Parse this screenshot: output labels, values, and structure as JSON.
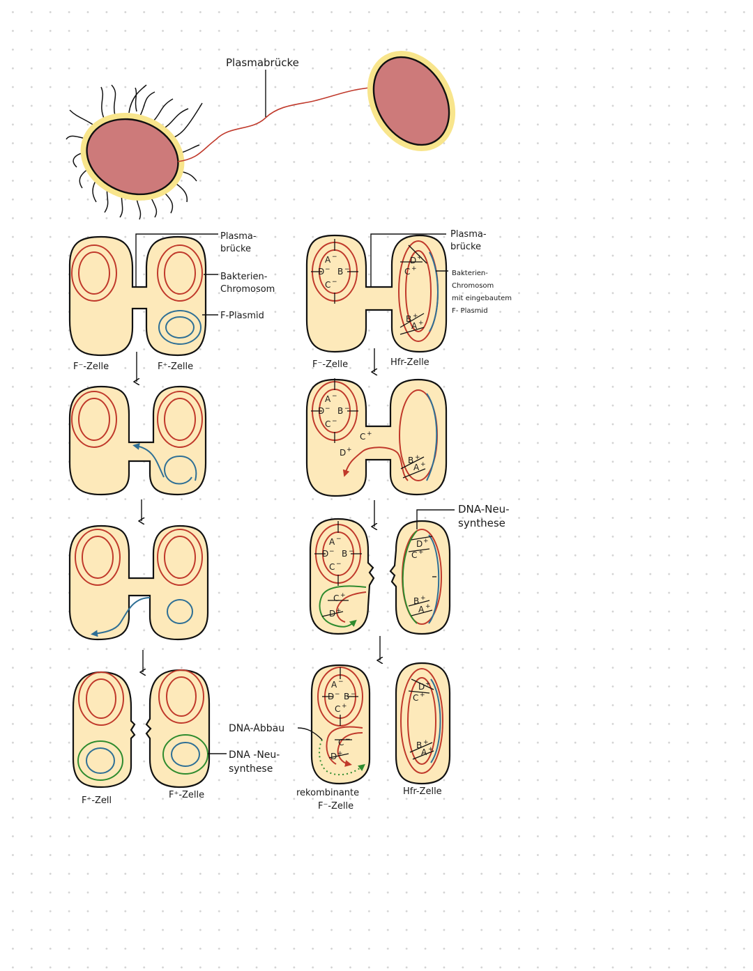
{
  "top": {
    "plasmabruecke": "Plasmabrücke"
  },
  "left": {
    "label_plasma_1": "Plasma-",
    "label_plasma_2": "brücke",
    "label_chrom_1": "Bakterien-",
    "label_chrom_2": "Chromosom",
    "label_plasmid": "F-Plasmid",
    "cell_fminus": "F⁻-Zelle",
    "cell_fplus": "F⁺-Zelle",
    "final_left": "F⁺-Zell",
    "final_right": "F⁺-Zelle",
    "label_synth_1": "DNA -Neu-",
    "label_synth_2": "synthese"
  },
  "right": {
    "label_plasma_1": "Plasma-",
    "label_plasma_2": "brücke",
    "label_chrom_1": "Bakterien-",
    "label_chrom_2": "Chromosom",
    "label_chrom_3": "mit eingebautem",
    "label_chrom_4": "F- Plasmid",
    "cell_fminus": "F⁻-Zelle",
    "cell_hfr": "Hfr-Zelle",
    "label_synth_1": "DNA-Neu-",
    "label_synth_2": "synthese",
    "label_abbau": "DNA-Abbau",
    "final_left_1": "rekombinante",
    "final_left_2": "F⁻-Zelle",
    "final_right": "Hfr-Zelle"
  },
  "genes": {
    "A": "A",
    "B": "B",
    "C": "C",
    "D": "D",
    "plus": "+",
    "minus": "−"
  },
  "colors": {
    "cytoplasm": "#fde9ba",
    "outline": "#111111",
    "chromosome": "#c0392b",
    "plasmid": "#2e6f95",
    "new_dna": "#2e8b2e",
    "bacterium_body": "#cd7a7a",
    "capsule": "#f8e58c"
  }
}
